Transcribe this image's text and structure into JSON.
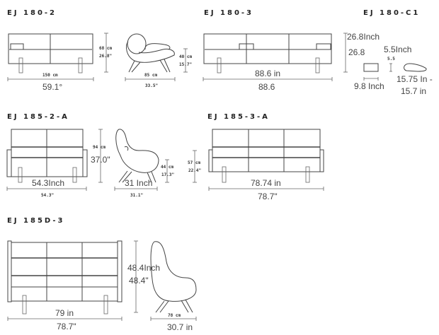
{
  "models": {
    "ej180_2": {
      "title": "EJ 180-2",
      "width_cm": "150 cm",
      "width_in": "59.1°",
      "height_cm": "68 cm",
      "height_in": "26.8\"",
      "seat_cm": "40 cm",
      "seat_in": "15.7\"",
      "depth_cm": "85 cm",
      "depth_in": "33.5\""
    },
    "ej180_3": {
      "title": "EJ 180-3",
      "width_a": "88.6 in",
      "width_b": "88.6",
      "height_a": "26.8Inch",
      "height_b": "26.8"
    },
    "ej180_c1": {
      "title": "EJ 180-C1",
      "height_a": "5.5Inch",
      "height_b": "5.5",
      "width": "9.8 Inch",
      "length_a": "15.75 In -",
      "length_b": "15.7 in"
    },
    "ej185_2a": {
      "title": "EJ 185-2-A",
      "height_cm": "94 cm",
      "height_in": "37.0\"",
      "width_a": "54.3Inch",
      "width_b": "54.3\"",
      "seat_cm": "44 cm",
      "seat_in": "17.3\"",
      "depth_a": "31 Inch",
      "depth_b": "31.1\""
    },
    "ej185_3a": {
      "title": "EJ 185-3-A",
      "height_cm": "57 cm",
      "height_in": "22.4\"",
      "width_a": "78.74 in",
      "width_b": "78.7\""
    },
    "ej185d_3": {
      "title": "EJ 185D-3",
      "height_a": "48.4Inch",
      "height_b": "48.4\"",
      "width_a": "79 in",
      "width_b": "78.7\"",
      "depth_cm": "78 cm",
      "depth_in": "30.7 in"
    }
  }
}
